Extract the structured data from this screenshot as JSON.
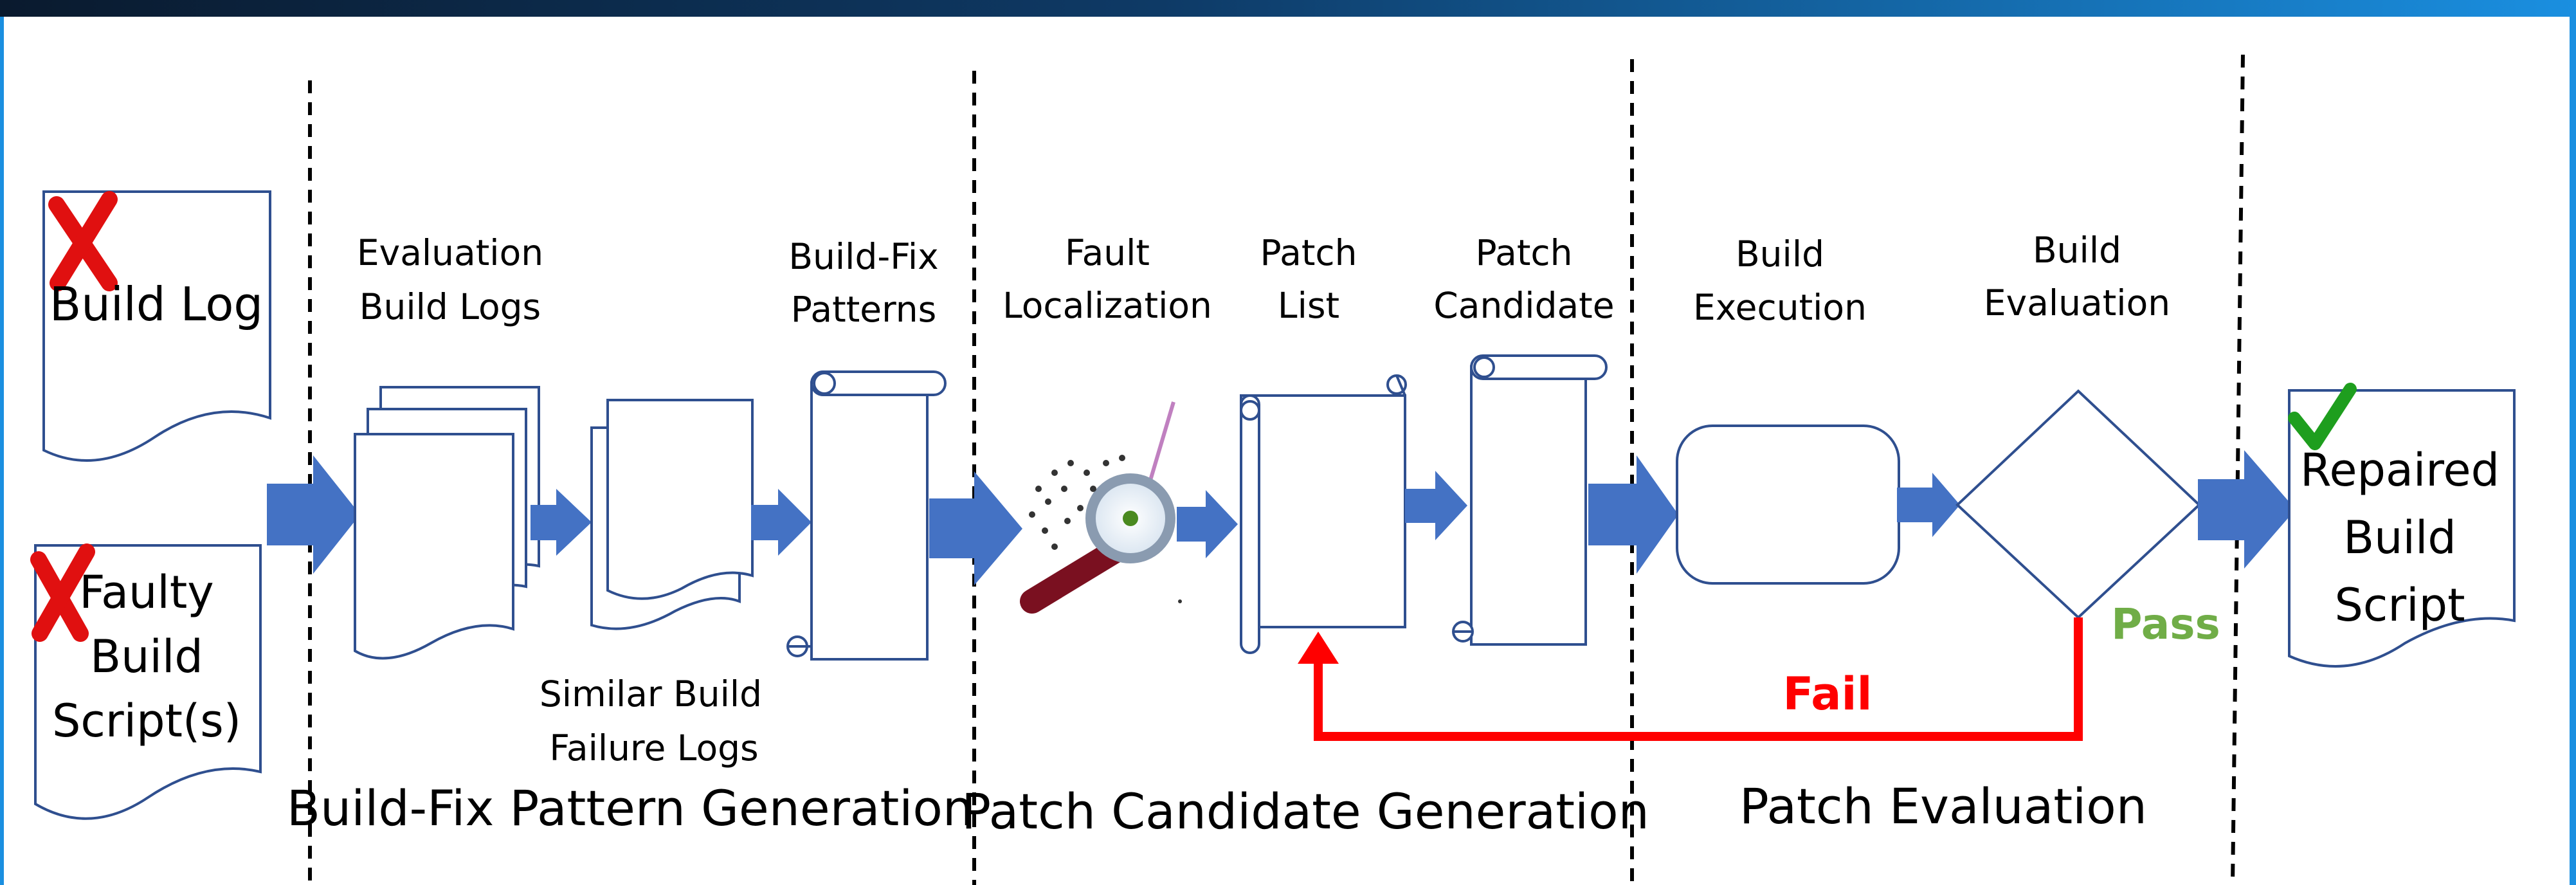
{
  "colors": {
    "top_bar_left": "#0a1a2e",
    "top_bar_right": "#1a8fe0",
    "frame": "#1a8fe0",
    "doc_stroke": "#2f4f8f",
    "arrow": "#4472c4",
    "fail": "#ff0000",
    "pass": "#70ad47",
    "check": "#1e9e1e",
    "cross": "#e01010"
  },
  "inputs": {
    "build_log": "Build Log",
    "faulty_script": [
      "Faulty",
      "Build",
      "Script(s)"
    ]
  },
  "section1": {
    "title": "Build-Fix Pattern Generation",
    "eval_logs": [
      "Evaluation",
      "Build Logs"
    ],
    "similar_logs": [
      "Similar Build",
      "Failure Logs"
    ],
    "patterns": [
      "Build-Fix",
      "Patterns"
    ]
  },
  "section2": {
    "title": "Patch Candidate Generation",
    "fault_loc": [
      "Fault",
      "Localization"
    ],
    "patch_list": [
      "Patch",
      "List"
    ],
    "patch_candidate": [
      "Patch",
      "Candidate"
    ]
  },
  "section3": {
    "title": "Patch Evaluation",
    "build_execution": [
      "Build",
      "Execution"
    ],
    "build_evaluation": [
      "Build",
      "Evaluation"
    ],
    "fail": "Fail",
    "pass": "Pass"
  },
  "output": {
    "repaired": [
      "Repaired",
      "Build",
      "Script"
    ]
  }
}
